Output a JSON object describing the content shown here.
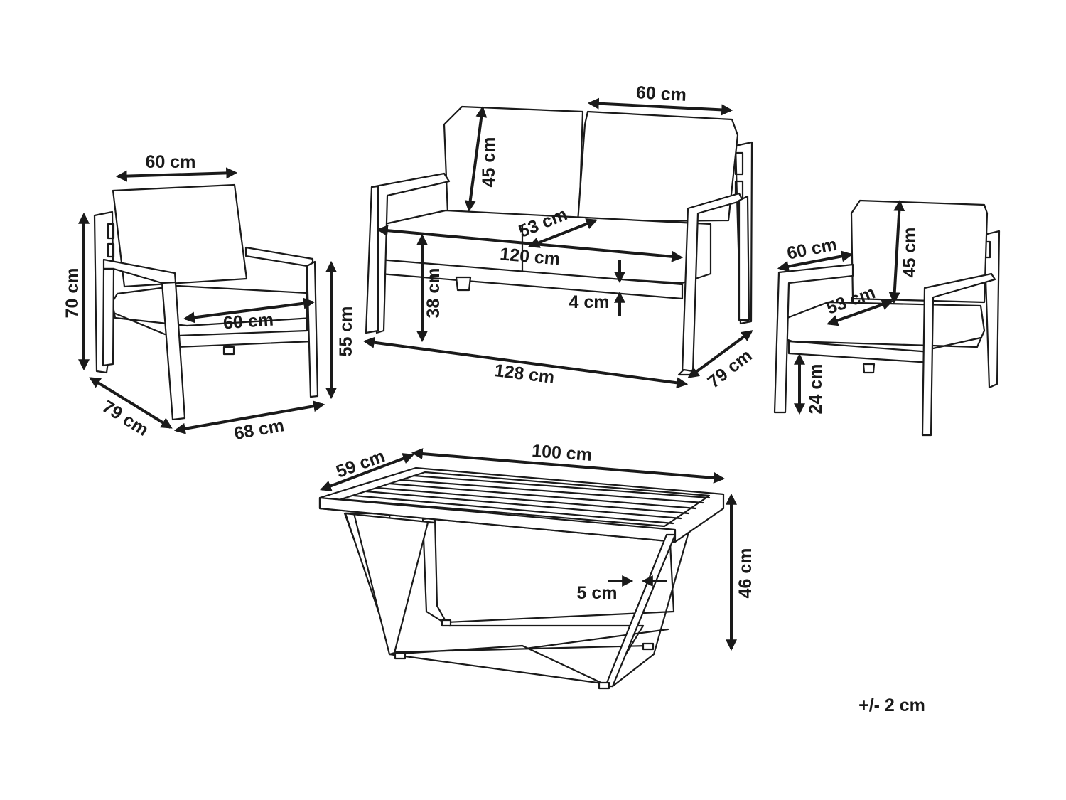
{
  "labels": {
    "armchair_left_back_width": "60 cm",
    "armchair_left_height": "70 cm",
    "armchair_left_seat_width": "60 cm",
    "armchair_left_arm_height": "55 cm",
    "armchair_left_depth": "79 cm",
    "armchair_left_width": "68 cm",
    "sofa_cushion_width": "60 cm",
    "sofa_back_height": "45 cm",
    "sofa_seat_depth": "53 cm",
    "sofa_seat_width": "120 cm",
    "sofa_seat_height": "38 cm",
    "sofa_cushion_thickness": "4 cm",
    "sofa_total_width": "128 cm",
    "sofa_depth": "79 cm",
    "armchair_right_width": "60 cm",
    "armchair_right_back_height": "45 cm",
    "armchair_right_seat_depth": "53 cm",
    "armchair_right_clearance": "24 cm",
    "table_depth": "59 cm",
    "table_width": "100 cm",
    "table_leg_width": "5 cm",
    "table_height": "46 cm",
    "tolerance": "+/- 2 cm"
  },
  "colors": {
    "line": "#1a1a1a",
    "background": "#ffffff"
  }
}
